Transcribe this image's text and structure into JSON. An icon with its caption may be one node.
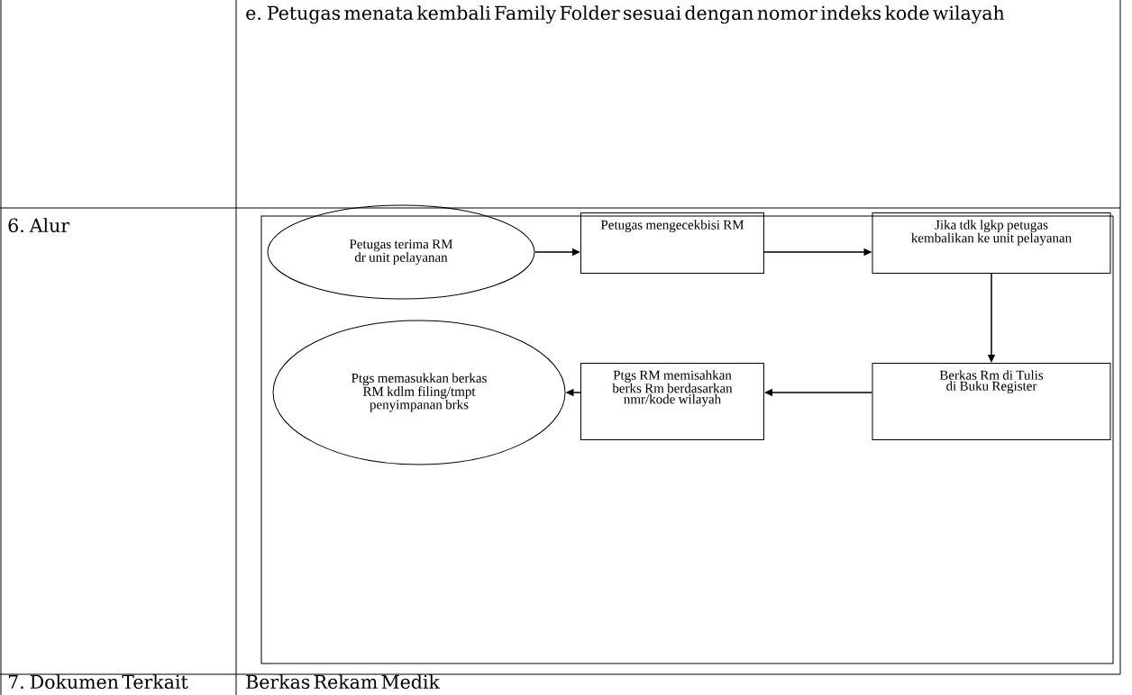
{
  "diagram": {
    "nodes": [
      {
        "text": [
          "Petugas terima RM dr unit pelayanan"
        ]
      },
      {
        "text": [
          "Petugas mengecekbisi RM"
        ]
      },
      {
        "text": [
          "Jika tdk lgkp petugas kembalikan ke unit pelayanan"
        ]
      },
      {
        "text": [
          "Berkas Rm di Tulis di Buku Register"
        ]
      },
      {
        "text": [
          "Ptgs RM memisahkan berks Rm berdasarkan nmr/kode wilayah"
        ]
      },
      {
        "text": [
          "Ptgs memasukkan berkas RM kdlm filing/tmpt penyimpanan brks"
        ]
      }
    ],
    "edges": [
      {
        "from": 0,
        "to": 1,
        "arrow": "to"
      },
      {
        "from": 1,
        "to": 2,
        "arrow": "to"
      },
      {
        "from": 2,
        "to": 3,
        "arrow": "to"
      },
      {
        "from": 3,
        "to": 4,
        "arrow": "to"
      },
      {
        "from": 4,
        "to": 5,
        "arrow": "to"
      }
    ],
    "labels": [
      "e. Petugas menata kembali Family Folder sesuai dengan nomor indeks kode wilayah",
      "6. Alur",
      "7. Dokumen Terkait",
      "Berkas Rekam Medik"
    ]
  }
}
